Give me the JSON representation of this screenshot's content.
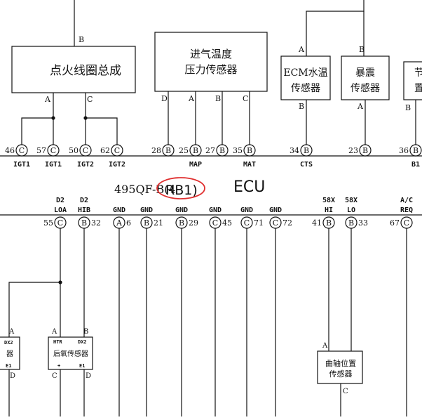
{
  "ecu": {
    "label": "ECU",
    "model_prefix": "495QF-B(4",
    "model_highlight": "RB1)",
    "highlight_color": "#e03030"
  },
  "components": {
    "ignition_coil": {
      "name": "点火线圈总成",
      "pin_top": "B",
      "pin_a": "A",
      "pin_c": "C"
    },
    "map_sensor": {
      "line1": "进气温度",
      "line2": "压力传感器",
      "pins": [
        "D",
        "A",
        "B",
        "C"
      ]
    },
    "coolant_sensor": {
      "line1": "ECM水温",
      "line2": "传感器",
      "pin_top": "A",
      "pin_bottom": "B"
    },
    "knock_sensor": {
      "line1": "暴震",
      "line2": "传感器",
      "pin_top": "B",
      "pin_bottom": "A"
    },
    "partial_sensor": {
      "line1": "节",
      "line2": "置",
      "pin_bottom": "B"
    },
    "rear_o2_sensor": {
      "name": "后氧传感器",
      "pins_top": [
        "A",
        "B"
      ],
      "sig_left": "HTR",
      "sig_right": "DX2",
      "sig_bl": "+",
      "sig_br": "E1",
      "pins_bottom": [
        "C",
        "D"
      ]
    },
    "front_o2_sensor": {
      "name": "器",
      "pin_top": "A",
      "sig_top": "DX2",
      "sig_bottom": "E1",
      "pin_bottom": "D"
    },
    "crank_sensor": {
      "line1": "曲轴位置",
      "line2": "传感器",
      "pin_top": "A",
      "pin_bottom": "C"
    }
  },
  "upper_pins": [
    {
      "num": "46",
      "conn": "C",
      "signal": "IGT1"
    },
    {
      "num": "57",
      "conn": "C",
      "signal": "IGT1"
    },
    {
      "num": "50",
      "conn": "C",
      "signal": "IGT2"
    },
    {
      "num": "62",
      "conn": "C",
      "signal": "IGT2"
    },
    {
      "num": "28",
      "conn": "B",
      "signal": ""
    },
    {
      "num": "25",
      "conn": "B",
      "signal": "MAP"
    },
    {
      "num": "27",
      "conn": "B",
      "signal": ""
    },
    {
      "num": "35",
      "conn": "B",
      "signal": "MAT"
    },
    {
      "num": "34",
      "conn": "B",
      "signal": "CTS"
    },
    {
      "num": "23",
      "conn": "B",
      "signal": ""
    },
    {
      "num": "36",
      "conn": "B",
      "signal": "B1"
    }
  ],
  "lower_pins": [
    {
      "num": "55",
      "conn": "C",
      "signal": "D2",
      "signal2": "LOA"
    },
    {
      "num": "32",
      "conn": "B",
      "signal": "D2",
      "signal2": "HIB"
    },
    {
      "num": "6",
      "conn": "A",
      "signal": "GND",
      "signal2": ""
    },
    {
      "num": "21",
      "conn": "B",
      "signal": "GND",
      "signal2": ""
    },
    {
      "num": "29",
      "conn": "B",
      "signal": "GND",
      "signal2": ""
    },
    {
      "num": "45",
      "conn": "C",
      "signal": "GND",
      "signal2": ""
    },
    {
      "num": "71",
      "conn": "C",
      "signal": "GND",
      "signal2": ""
    },
    {
      "num": "72",
      "conn": "C",
      "signal": "GND",
      "signal2": ""
    },
    {
      "num": "41",
      "conn": "B",
      "signal": "58X",
      "signal2": "HI"
    },
    {
      "num": "33",
      "conn": "B",
      "signal": "58X",
      "signal2": "LO"
    },
    {
      "num": "67",
      "conn": "C",
      "signal": "A/C",
      "signal2": "REQ"
    }
  ]
}
